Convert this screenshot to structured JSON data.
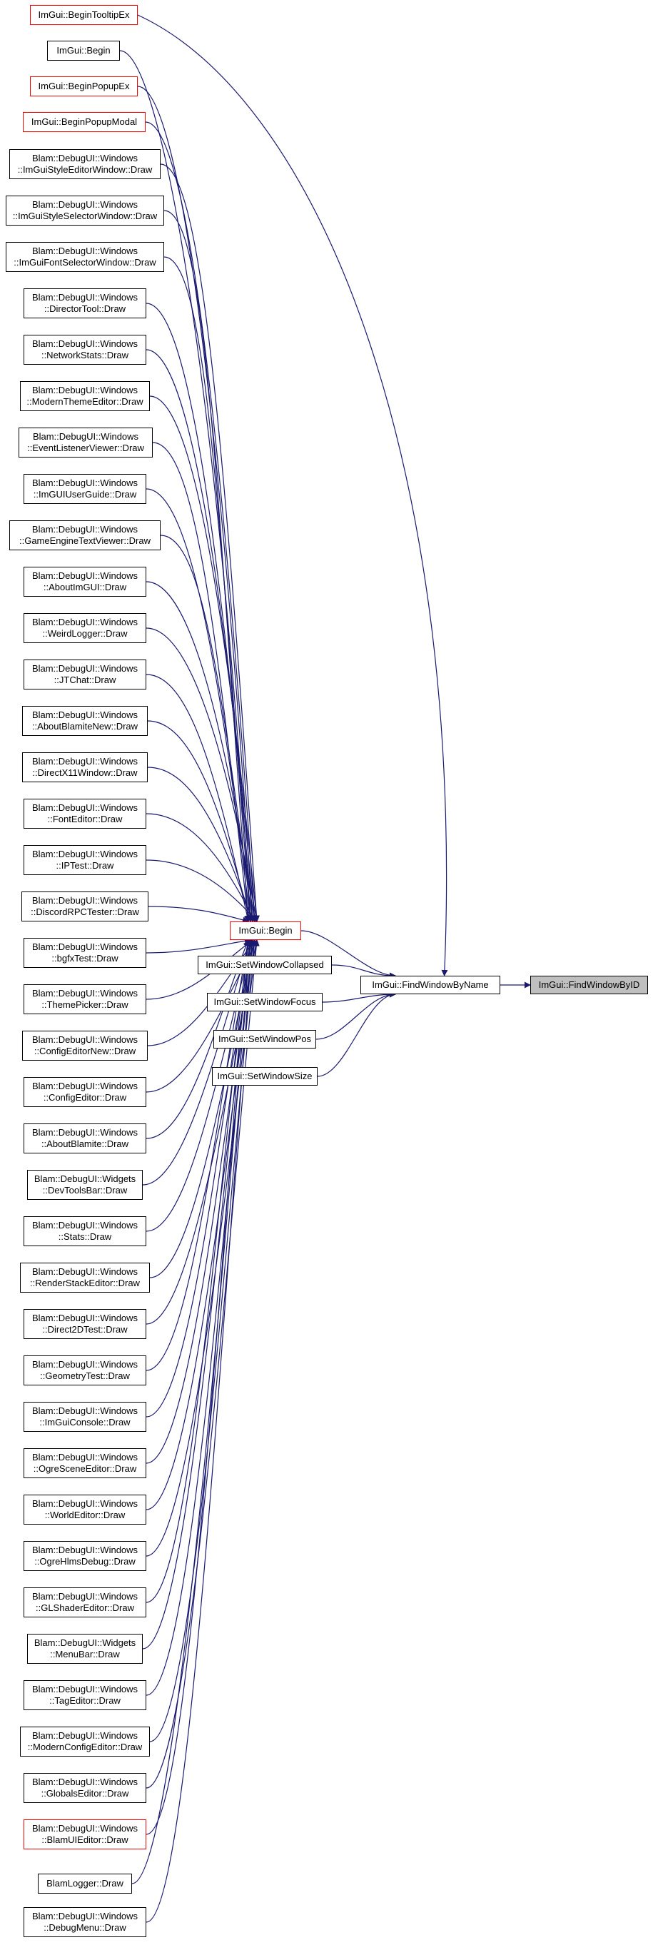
{
  "colors": {
    "edge": "#191970",
    "node_border": "#000000",
    "red_border": "#ff0000",
    "focus_fill": "#bfbfbf"
  },
  "nodes": [
    {
      "id": "n0",
      "label": "ImGui::BeginTooltipEx",
      "style": "red"
    },
    {
      "id": "n1",
      "label": "ImGui::Begin",
      "style": "normal"
    },
    {
      "id": "n2",
      "label": "ImGui::BeginPopupEx",
      "style": "red"
    },
    {
      "id": "n3",
      "label": "ImGui::BeginPopupModal",
      "style": "red"
    },
    {
      "id": "n4",
      "label": "Blam::DebugUI::Windows\n::ImGuiStyleEditorWindow::Draw",
      "style": "normal"
    },
    {
      "id": "n5",
      "label": "Blam::DebugUI::Windows\n::ImGuiStyleSelectorWindow::Draw",
      "style": "normal"
    },
    {
      "id": "n6",
      "label": "Blam::DebugUI::Windows\n::ImGuiFontSelectorWindow::Draw",
      "style": "normal"
    },
    {
      "id": "n7",
      "label": "Blam::DebugUI::Windows\n::DirectorTool::Draw",
      "style": "normal"
    },
    {
      "id": "n8",
      "label": "Blam::DebugUI::Windows\n::NetworkStats::Draw",
      "style": "normal"
    },
    {
      "id": "n9",
      "label": "Blam::DebugUI::Windows\n::ModernThemeEditor::Draw",
      "style": "normal"
    },
    {
      "id": "n10",
      "label": "Blam::DebugUI::Windows\n::EventListenerViewer::Draw",
      "style": "normal"
    },
    {
      "id": "n11",
      "label": "Blam::DebugUI::Windows\n::ImGUIUserGuide::Draw",
      "style": "normal"
    },
    {
      "id": "n12",
      "label": "Blam::DebugUI::Windows\n::GameEngineTextViewer::Draw",
      "style": "normal"
    },
    {
      "id": "n13",
      "label": "Blam::DebugUI::Windows\n::AboutImGUI::Draw",
      "style": "normal"
    },
    {
      "id": "n14",
      "label": "Blam::DebugUI::Windows\n::WeirdLogger::Draw",
      "style": "normal"
    },
    {
      "id": "n15",
      "label": "Blam::DebugUI::Windows\n::JTChat::Draw",
      "style": "normal"
    },
    {
      "id": "n16",
      "label": "Blam::DebugUI::Windows\n::AboutBlamiteNew::Draw",
      "style": "normal"
    },
    {
      "id": "n17",
      "label": "Blam::DebugUI::Windows\n::DirectX11Window::Draw",
      "style": "normal"
    },
    {
      "id": "n18",
      "label": "Blam::DebugUI::Windows\n::FontEditor::Draw",
      "style": "normal"
    },
    {
      "id": "n19",
      "label": "Blam::DebugUI::Windows\n::IPTest::Draw",
      "style": "normal"
    },
    {
      "id": "n20",
      "label": "Blam::DebugUI::Windows\n::DiscordRPCTester::Draw",
      "style": "normal"
    },
    {
      "id": "n21",
      "label": "Blam::DebugUI::Windows\n::bgfxTest::Draw",
      "style": "normal"
    },
    {
      "id": "n22",
      "label": "Blam::DebugUI::Windows\n::ThemePicker::Draw",
      "style": "normal"
    },
    {
      "id": "n23",
      "label": "Blam::DebugUI::Windows\n::ConfigEditorNew::Draw",
      "style": "normal"
    },
    {
      "id": "n24",
      "label": "Blam::DebugUI::Windows\n::ConfigEditor::Draw",
      "style": "normal"
    },
    {
      "id": "n25",
      "label": "Blam::DebugUI::Windows\n::AboutBlamite::Draw",
      "style": "normal"
    },
    {
      "id": "n26",
      "label": "Blam::DebugUI::Widgets\n::DevToolsBar::Draw",
      "style": "normal"
    },
    {
      "id": "n27",
      "label": "Blam::DebugUI::Windows\n::Stats::Draw",
      "style": "normal"
    },
    {
      "id": "n28",
      "label": "Blam::DebugUI::Windows\n::RenderStackEditor::Draw",
      "style": "normal"
    },
    {
      "id": "n29",
      "label": "Blam::DebugUI::Windows\n::Direct2DTest::Draw",
      "style": "normal"
    },
    {
      "id": "n30",
      "label": "Blam::DebugUI::Windows\n::GeometryTest::Draw",
      "style": "normal"
    },
    {
      "id": "n31",
      "label": "Blam::DebugUI::Windows\n::ImGuiConsole::Draw",
      "style": "normal"
    },
    {
      "id": "n32",
      "label": "Blam::DebugUI::Windows\n::OgreSceneEditor::Draw",
      "style": "normal"
    },
    {
      "id": "n33",
      "label": "Blam::DebugUI::Windows\n::WorldEditor::Draw",
      "style": "normal"
    },
    {
      "id": "n34",
      "label": "Blam::DebugUI::Windows\n::OgreHlmsDebug::Draw",
      "style": "normal"
    },
    {
      "id": "n35",
      "label": "Blam::DebugUI::Windows\n::GLShaderEditor::Draw",
      "style": "normal"
    },
    {
      "id": "n36",
      "label": "Blam::DebugUI::Widgets\n::MenuBar::Draw",
      "style": "normal"
    },
    {
      "id": "n37",
      "label": "Blam::DebugUI::Windows\n::TagEditor::Draw",
      "style": "normal"
    },
    {
      "id": "n38",
      "label": "Blam::DebugUI::Windows\n::ModernConfigEditor::Draw",
      "style": "normal"
    },
    {
      "id": "n39",
      "label": "Blam::DebugUI::Windows\n::GlobalsEditor::Draw",
      "style": "normal"
    },
    {
      "id": "n40",
      "label": "Blam::DebugUI::Windows\n::BlamUIEditor::Draw",
      "style": "red"
    },
    {
      "id": "n41",
      "label": "BlamLogger::Draw",
      "style": "normal"
    },
    {
      "id": "n42",
      "label": "Blam::DebugUI::Windows\n::DebugMenu::Draw",
      "style": "normal"
    },
    {
      "id": "hub",
      "label": "ImGui::Begin",
      "style": "red"
    },
    {
      "id": "sc",
      "label": "ImGui::SetWindowCollapsed",
      "style": "normal"
    },
    {
      "id": "sf",
      "label": "ImGui::SetWindowFocus",
      "style": "normal"
    },
    {
      "id": "sp",
      "label": "ImGui::SetWindowPos",
      "style": "normal"
    },
    {
      "id": "ss",
      "label": "ImGui::SetWindowSize",
      "style": "normal"
    },
    {
      "id": "fn",
      "label": "ImGui::FindWindowByName",
      "style": "normal"
    },
    {
      "id": "fid",
      "label": "ImGui::FindWindowByID",
      "style": "focus"
    }
  ]
}
